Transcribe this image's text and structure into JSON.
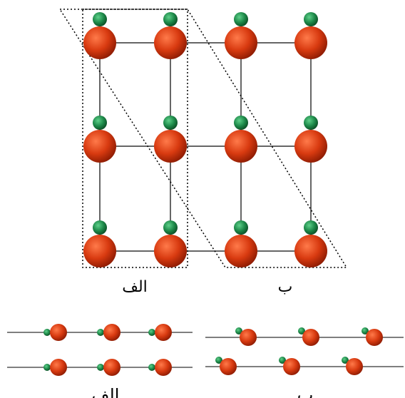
{
  "labels": {
    "top_a": "الف",
    "top_b": "ب",
    "bottom_a": "الف",
    "bottom_b": "ب"
  },
  "colors": {
    "large_atom": "#d83a10",
    "large_atom_light": "#ff7a4a",
    "large_atom_dark": "#8a1a02",
    "small_atom": "#1e8a4a",
    "small_atom_light": "#5fd08a",
    "small_atom_dark": "#0a4a22",
    "bond": "#333333",
    "cell_outline": "#000000"
  },
  "lattice": {
    "rows": 3,
    "cols": 4
  },
  "rows_view": {
    "left": {
      "rows": 2,
      "atoms_per_row": 3
    },
    "right": {
      "rows": 2,
      "atoms_per_row": 3
    }
  }
}
